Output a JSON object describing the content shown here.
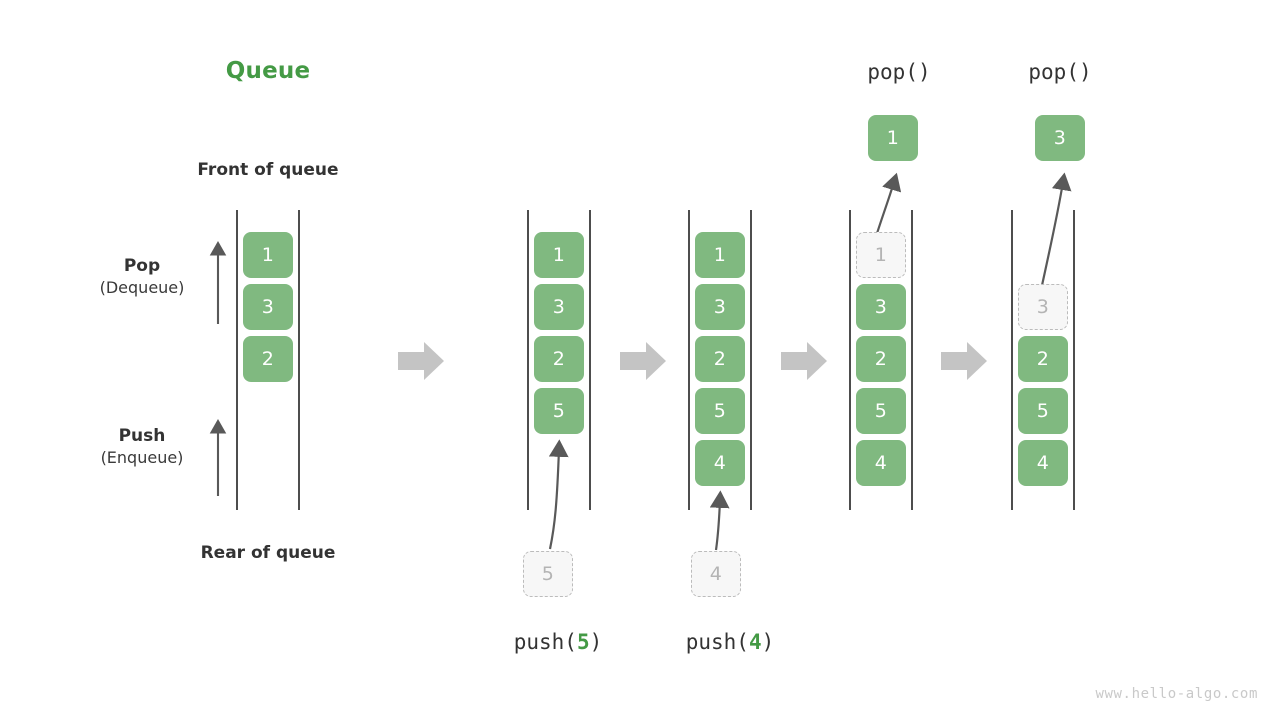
{
  "meta": {
    "title": "Queue",
    "title_color": "#449a45",
    "accent_green": "#80b980",
    "ghost_fill": "#f7f7f7",
    "ghost_border": "#bcbcbc",
    "arrow_gray": "#c4c4c4",
    "line_gray": "#4d4d4d",
    "watermark": "www.hello-algo.com"
  },
  "labels": {
    "front_of_queue": "Front of queue",
    "rear_of_queue": "Rear of queue",
    "pop_title": "Pop",
    "pop_sub": "(Dequeue)",
    "push_title": "Push",
    "push_sub": "(Enqueue)"
  },
  "captions": {
    "push5_pre": "push(",
    "push5_num": "5",
    "push5_post": ")",
    "push4_pre": "push(",
    "push4_num": "4",
    "push4_post": ")",
    "pop1": "pop()",
    "pop2": "pop()"
  },
  "columns": [
    {
      "id": "initial",
      "name": "queue-initial",
      "cells": [
        {
          "value": "1",
          "state": "filled"
        },
        {
          "value": "3",
          "state": "filled"
        },
        {
          "value": "2",
          "state": "filled"
        }
      ]
    },
    {
      "id": "after-push-5",
      "name": "queue-after-push-5",
      "cells": [
        {
          "value": "1",
          "state": "filled"
        },
        {
          "value": "3",
          "state": "filled"
        },
        {
          "value": "2",
          "state": "filled"
        },
        {
          "value": "5",
          "state": "filled"
        }
      ],
      "incoming": {
        "value": "5",
        "state": "ghost"
      }
    },
    {
      "id": "after-push-4",
      "name": "queue-after-push-4",
      "cells": [
        {
          "value": "1",
          "state": "filled"
        },
        {
          "value": "3",
          "state": "filled"
        },
        {
          "value": "2",
          "state": "filled"
        },
        {
          "value": "5",
          "state": "filled"
        },
        {
          "value": "4",
          "state": "filled"
        }
      ],
      "incoming": {
        "value": "4",
        "state": "ghost"
      }
    },
    {
      "id": "after-pop-1",
      "name": "queue-after-pop-1",
      "cells": [
        {
          "value": "1",
          "state": "ghost"
        },
        {
          "value": "3",
          "state": "filled"
        },
        {
          "value": "2",
          "state": "filled"
        },
        {
          "value": "5",
          "state": "filled"
        },
        {
          "value": "4",
          "state": "filled"
        }
      ],
      "outgoing": {
        "value": "1",
        "state": "filled"
      }
    },
    {
      "id": "after-pop-3",
      "name": "queue-after-pop-3",
      "cells": [
        {
          "value": "",
          "state": "empty"
        },
        {
          "value": "3",
          "state": "ghost"
        },
        {
          "value": "2",
          "state": "filled"
        },
        {
          "value": "5",
          "state": "filled"
        },
        {
          "value": "4",
          "state": "filled"
        }
      ],
      "outgoing": {
        "value": "3",
        "state": "filled"
      }
    }
  ],
  "cells": {
    "c1_1": "1",
    "c1_2": "3",
    "c1_3": "2",
    "c2_1": "1",
    "c2_2": "3",
    "c2_3": "2",
    "c2_4": "5",
    "c2_in": "5",
    "c3_1": "1",
    "c3_2": "3",
    "c3_3": "2",
    "c3_4": "5",
    "c3_5": "4",
    "c3_in": "4",
    "c4_1": "1",
    "c4_2": "3",
    "c4_3": "2",
    "c4_4": "5",
    "c4_5": "4",
    "c4_out": "1",
    "c5_2": "3",
    "c5_3": "2",
    "c5_4": "5",
    "c5_5": "4",
    "c5_out": "3"
  }
}
